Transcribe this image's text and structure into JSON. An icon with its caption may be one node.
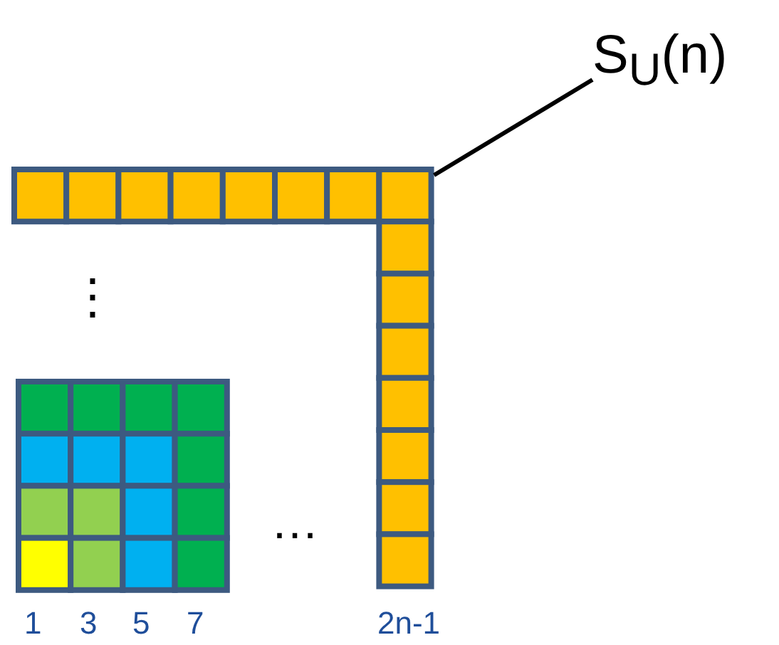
{
  "diagram": {
    "nodes": [
      {
        "text": [
          "S$_{U}$(n)"
        ]
      },
      {
        "text": [],
        "shape": "bar"
      }
    ],
    "edges": [
      {
        "from": 0,
        "to": 1,
        "arrow": "none"
      }
    ],
    "labels": [
      "⋮",
      "…",
      "1",
      "3",
      "5",
      "7",
      "2n-1"
    ]
  }
}
